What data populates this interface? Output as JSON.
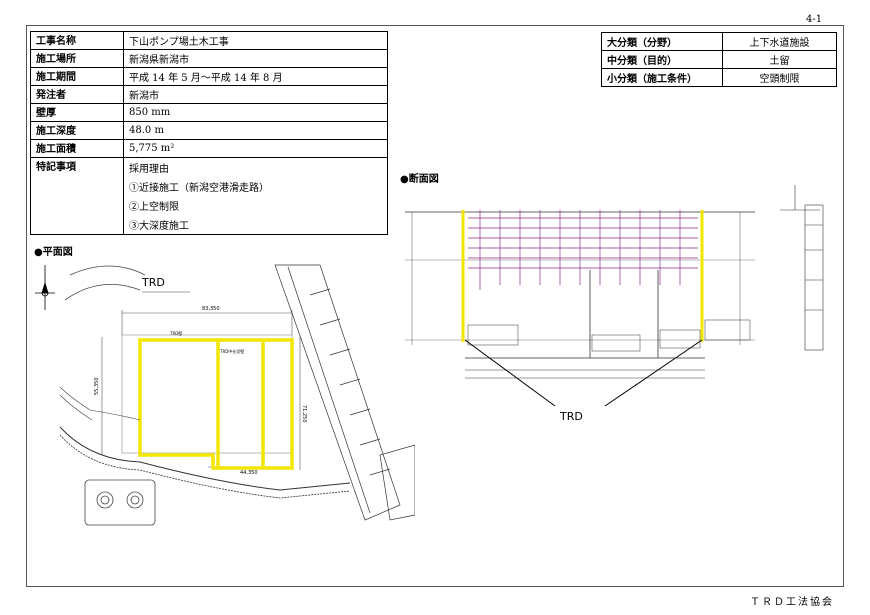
{
  "page_number": "4-1",
  "footer": "ＴＲＤ工法協会",
  "project_table": [
    {
      "label": "工事名称",
      "values": [
        "下山ポンプ場土木工事"
      ]
    },
    {
      "label": "施工場所",
      "values": [
        "新潟県新潟市"
      ]
    },
    {
      "label": "施工期間",
      "values": [
        "平成 14 年 5 月～平成 14 年 8 月"
      ]
    },
    {
      "label": "発注者",
      "values": [
        "新潟市"
      ]
    },
    {
      "label": "壁厚",
      "values": [
        "850 mm"
      ]
    },
    {
      "label": "施工深度",
      "values": [
        "48.0 m"
      ]
    },
    {
      "label": "施工面積",
      "values": [
        "5,775 m²"
      ]
    },
    {
      "label": "特記事項",
      "values": [
        "採用理由",
        "①近接施工（新潟空港滑走路）",
        "②上空制限",
        "③大深度施工"
      ]
    }
  ],
  "classification_table": [
    {
      "label": "大分類（分野）",
      "value": "上下水道施設"
    },
    {
      "label": "中分類（目的）",
      "value": "土留"
    },
    {
      "label": "小分類（施工条件）",
      "value": "空頭制限"
    }
  ],
  "plan_view": {
    "label": "●平面図",
    "trd_label": "TRD",
    "dimensions": {
      "top": "83,350",
      "left": "55,350",
      "right": "71,250",
      "bottom": "44,350"
    },
    "highlight_color": "#f2e600"
  },
  "section_view": {
    "label": "●断面図",
    "trd_label": "TRD"
  }
}
